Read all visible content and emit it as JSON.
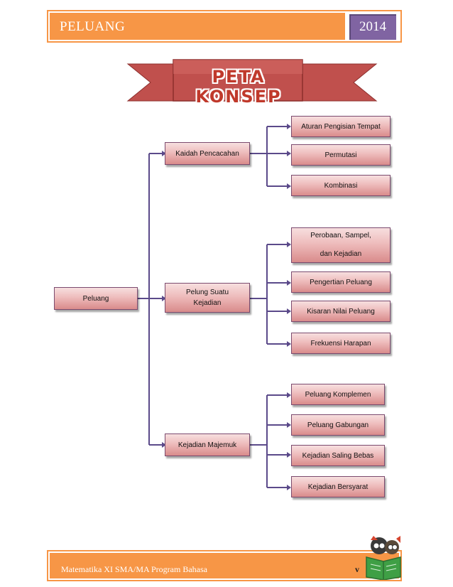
{
  "header": {
    "title": "PELUANG",
    "year": "2014"
  },
  "banner": {
    "title": "PETA KONSEP"
  },
  "map": {
    "root": "Peluang",
    "branches": [
      {
        "label": "Kaidah Pencacahan",
        "children": [
          "Aturan Pengisian Tempat",
          "Permutasi",
          "Kombinasi"
        ]
      },
      {
        "label": "Pelung Suatu Kejadian",
        "children": [
          "Perobaan, Sampel, dan Kejadian",
          "Pengertian Peluang",
          "Kisaran Nilai Peluang",
          "Frekuensi Harapan"
        ]
      },
      {
        "label": "Kejadian Majemuk",
        "children": [
          "Peluang Komplemen",
          "Peluang Gabungan",
          "Kejadian Saling Bebas",
          "Kejadian Bersyarat"
        ]
      }
    ]
  },
  "footer": {
    "text": "Matematika XI SMA/MA Program Bahasa",
    "page": "v"
  },
  "colors": {
    "accent": "#f79646",
    "year_bg": "#8064a2",
    "node_border": "#7b4a6e",
    "line": "#5b4a8a",
    "banner": "#c0504d"
  }
}
